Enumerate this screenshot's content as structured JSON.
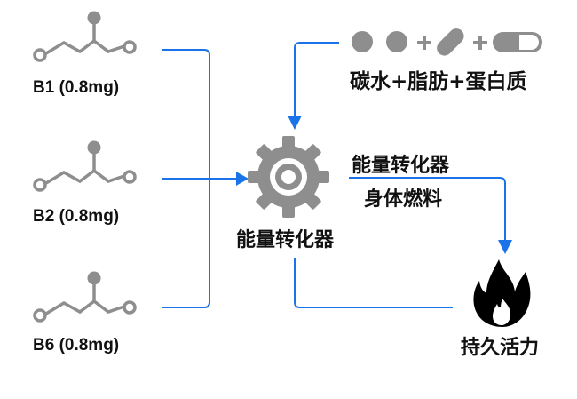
{
  "colors": {
    "arrow": "#1a73e8",
    "icon_gray": "#8e8e8e",
    "text": "#111111",
    "flame": "#000000"
  },
  "vitamins": [
    {
      "label": "B1 (0.8mg)",
      "icon": "molecule-icon"
    },
    {
      "label": "B2 (0.8mg)",
      "icon": "molecule-icon"
    },
    {
      "label": "B6 (0.8mg)",
      "icon": "molecule-icon"
    }
  ],
  "nutrients": {
    "icons": [
      "circle-icon",
      "circle-icon",
      "plus-icon",
      "pill-icon",
      "plus-icon",
      "capsule-icon"
    ],
    "label": "碳水+脂肪+蛋白质"
  },
  "converter": {
    "icon": "gear-icon",
    "label": "能量转化器"
  },
  "flow_output": {
    "top_label": "能量转化器",
    "bottom_label": "身体燃料"
  },
  "result": {
    "icon": "flame-icon",
    "label": "持久活力"
  }
}
